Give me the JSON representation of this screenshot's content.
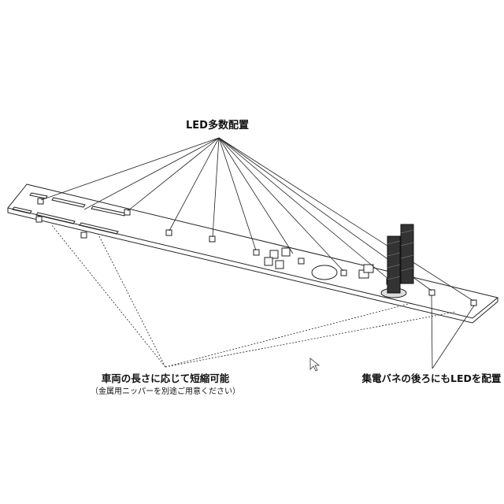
{
  "labels": {
    "led_many": "LED多数配置",
    "shortenable": "車両の長さに応じて短縮可能",
    "nipper_note": "（金属用ニッパーを別途ご用意ください）",
    "led_behind_spring": "集電バネの後ろにもLEDを配置"
  }
}
